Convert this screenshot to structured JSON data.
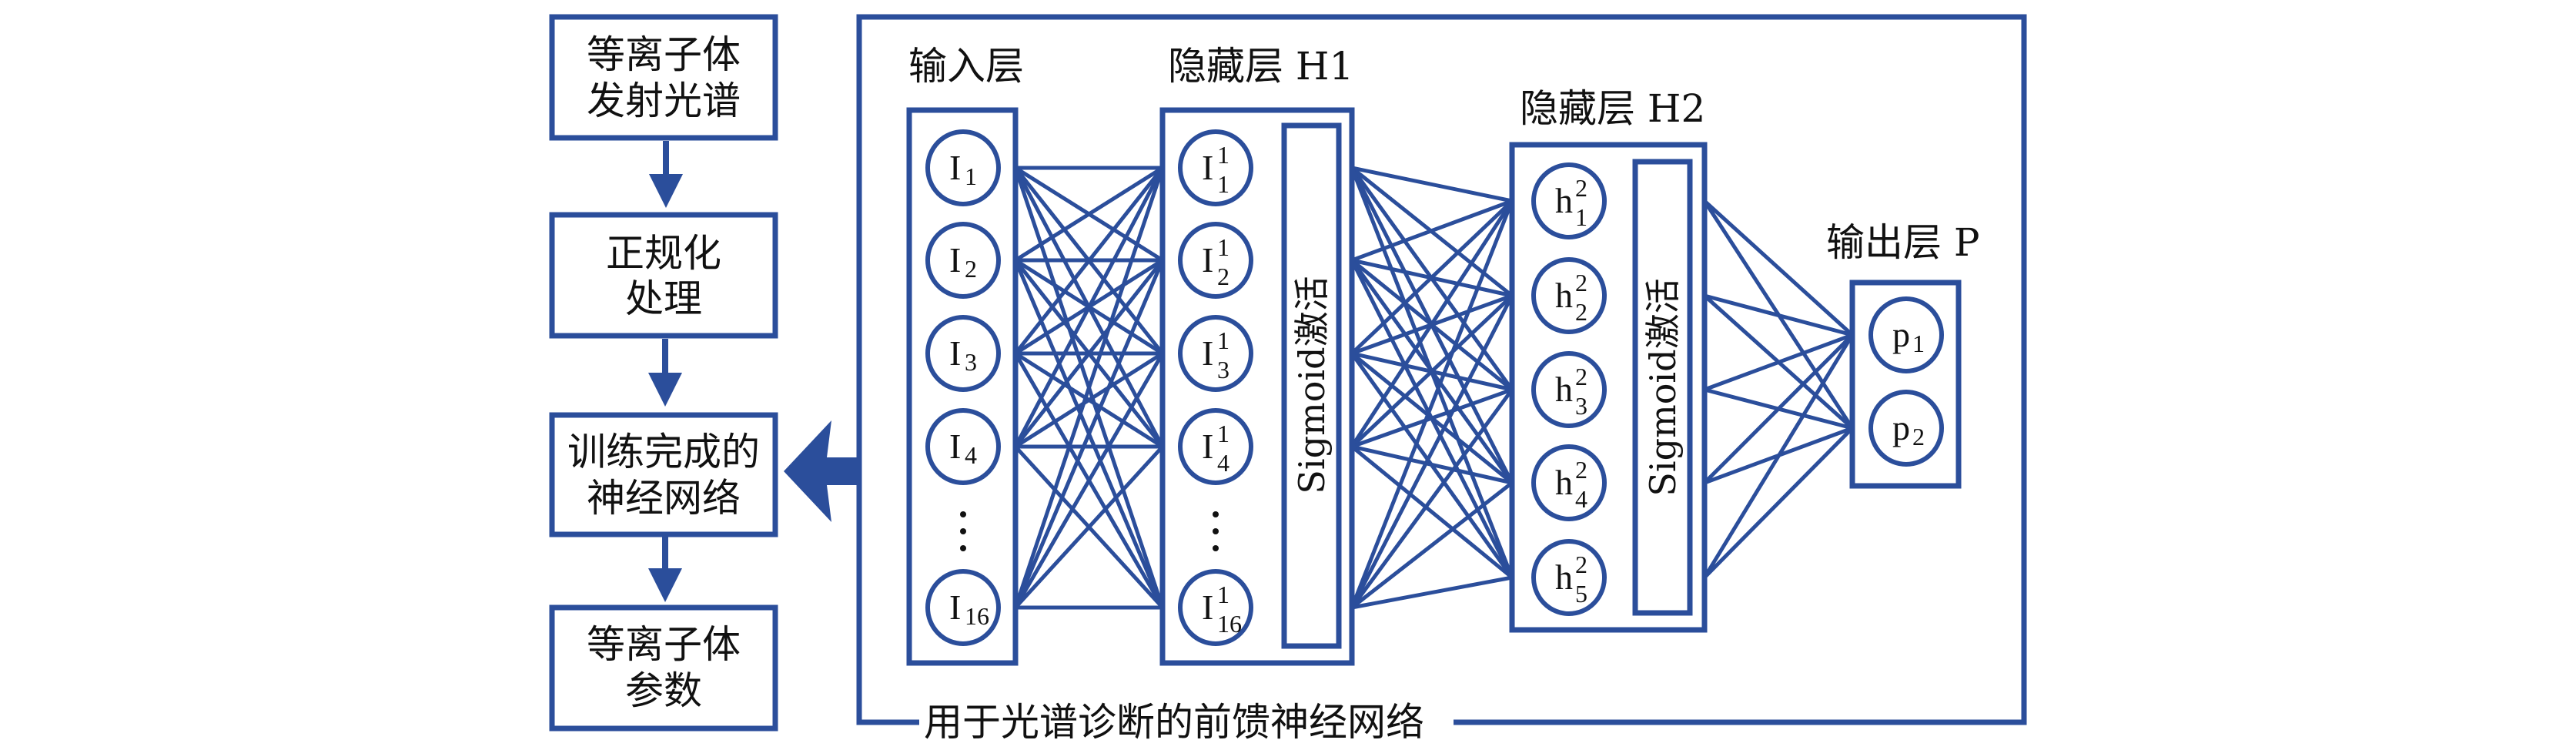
{
  "colors": {
    "stroke": "#2B4E9B",
    "text": "#111111",
    "background": "#FFFFFF"
  },
  "flowchart": {
    "steps": [
      {
        "lines": [
          "等离子体",
          "发射光谱"
        ]
      },
      {
        "lines": [
          "正规化",
          "处理"
        ]
      },
      {
        "lines": [
          "训练完成的",
          "神经网络"
        ]
      },
      {
        "lines": [
          "等离子体",
          "参数"
        ]
      }
    ]
  },
  "network": {
    "caption": "用于光谱诊断的前馈神经网络",
    "layers": {
      "input": {
        "label": "输入层",
        "nodes": [
          {
            "base": "I",
            "sub": "1"
          },
          {
            "base": "I",
            "sub": "2"
          },
          {
            "base": "I",
            "sub": "3"
          },
          {
            "base": "I",
            "sub": "4"
          },
          {
            "ellipsis": true
          },
          {
            "base": "I",
            "sub": "16"
          }
        ]
      },
      "hidden1": {
        "label": "隐藏层 H1",
        "activation": "Sigmoid激活",
        "nodes": [
          {
            "base": "I",
            "sup": "1",
            "sub": "1"
          },
          {
            "base": "I",
            "sup": "1",
            "sub": "2"
          },
          {
            "base": "I",
            "sup": "1",
            "sub": "3"
          },
          {
            "base": "I",
            "sup": "1",
            "sub": "4"
          },
          {
            "ellipsis": true
          },
          {
            "base": "I",
            "sup": "1",
            "sub": "16"
          }
        ]
      },
      "hidden2": {
        "label": "隐藏层 H2",
        "activation": "Sigmoid激活",
        "nodes": [
          {
            "base": "h",
            "sup": "2",
            "sub": "1"
          },
          {
            "base": "h",
            "sup": "2",
            "sub": "2"
          },
          {
            "base": "h",
            "sup": "2",
            "sub": "3"
          },
          {
            "base": "h",
            "sup": "2",
            "sub": "4"
          },
          {
            "base": "h",
            "sup": "2",
            "sub": "5"
          }
        ]
      },
      "output": {
        "label": "输出层 P",
        "nodes": [
          {
            "base": "p",
            "sub": "1"
          },
          {
            "base": "p",
            "sub": "2"
          }
        ]
      }
    }
  }
}
